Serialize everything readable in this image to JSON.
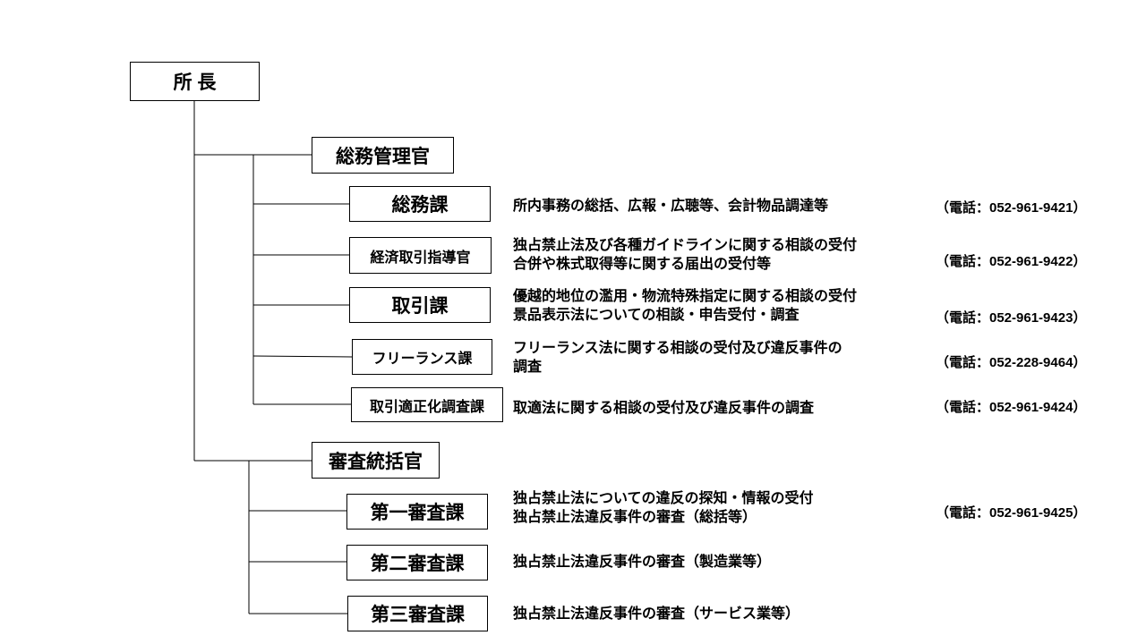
{
  "director": "所 長",
  "general_affairs": {
    "title": "総務管理官",
    "units": [
      {
        "name": "総務課",
        "desc": [
          "所内事務の総括、広報・広聴等、会計物品調達等"
        ],
        "tel": "（電話：052-961-9421）"
      },
      {
        "name": "経済取引指導官",
        "desc": [
          "独占禁止法及び各種ガイドラインに関する相談の受付",
          "合併や株式取得等に関する届出の受付等"
        ],
        "tel": "（電話：052-961-9422）"
      },
      {
        "name": "取引課",
        "desc": [
          "優越的地位の濫用・物流特殊指定に関する相談の受付",
          "景品表示法についての相談・申告受付・調査"
        ],
        "tel": "（電話：052-961-9423）"
      },
      {
        "name": "フリーランス課",
        "desc": [
          "フリーランス法に関する相談の受付及び違反事件の",
          "調査"
        ],
        "tel": "（電話：052-228-9464）"
      },
      {
        "name": "取引適正化調査課",
        "desc": [
          "取適法に関する相談の受付及び違反事件の調査"
        ],
        "tel": "（電話：052-961-9424）"
      }
    ]
  },
  "investigation": {
    "title": "審査統括官",
    "units": [
      {
        "name": "第一審査課",
        "desc": [
          "独占禁止法についての違反の探知・情報の受付",
          "独占禁止法違反事件の審査（総括等）"
        ],
        "tel": "（電話：052-961-9425）"
      },
      {
        "name": "第二審査課",
        "desc": [
          "独占禁止法違反事件の審査（製造業等）"
        ]
      },
      {
        "name": "第三審査課",
        "desc": [
          "独占禁止法違反事件の審査（サービス業等）"
        ]
      }
    ]
  }
}
